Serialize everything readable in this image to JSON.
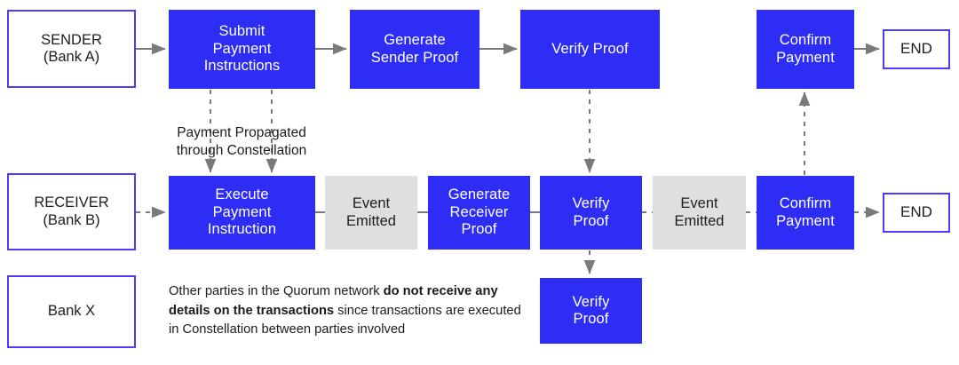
{
  "diagram": {
    "title": "Quorum payment flow between Sender (Bank A) and Receiver (Bank B)",
    "colors": {
      "node_blue": "#2d2df5",
      "node_gray": "#dfdfdf",
      "outline_border": "#4b3df7",
      "connector": "#7a7a7a",
      "text_dark": "#1b1b1b",
      "text_light": "#ffffff",
      "background": "#ffffff"
    },
    "lanes": [
      {
        "id": "sender",
        "label": "SENDER\n(Bank A)"
      },
      {
        "id": "receiver",
        "label": "RECEIVER\n(Bank B)"
      },
      {
        "id": "bankx",
        "label": "Bank X"
      }
    ],
    "nodes": {
      "sender_lane": "SENDER\n(Bank A)",
      "submit_payment_instructions": "Submit\nPayment\nInstructions",
      "generate_sender_proof": "Generate\nSender Proof",
      "sender_verify_proof": "Verify Proof",
      "sender_confirm_payment": "Confirm\nPayment",
      "sender_end": "END",
      "receiver_lane": "RECEIVER\n(Bank B)",
      "execute_payment_instruction": "Execute\nPayment\nInstruction",
      "event_emitted_1": "Event\nEmitted",
      "generate_receiver_proof": "Generate\nReceiver\nProof",
      "receiver_verify_proof": "Verify\nProof",
      "event_emitted_2": "Event\nEmitted",
      "receiver_confirm_payment": "Confirm\nPayment",
      "receiver_end": "END",
      "bankx_lane": "Bank X",
      "bankx_verify_proof": "Verify\nProof"
    },
    "annotations": {
      "propagation_label": "Payment Propagated\nthrough Constellation",
      "bankx_note_part1": "Other parties in the Quorum network ",
      "bankx_note_bold": "do not receive any details on the transactions",
      "bankx_note_part2": " since transactions are executed in Constellation between parties involved"
    }
  }
}
